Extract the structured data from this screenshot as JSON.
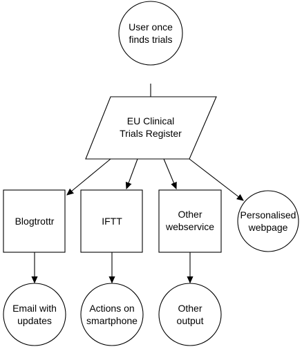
{
  "diagram": {
    "nodes": {
      "user": {
        "line1": "User once",
        "line2": "finds trials"
      },
      "register": {
        "line1": "EU Clinical",
        "line2": "Trials Register"
      },
      "blogtrottr": {
        "line1": "Blogtrottr"
      },
      "ifttt": {
        "line1": "IFTT"
      },
      "other_service": {
        "line1": "Other",
        "line2": "webservice"
      },
      "personalised": {
        "line1": "Personalised",
        "line2": "webpage"
      },
      "email": {
        "line1": "Email with",
        "line2": "updates"
      },
      "actions": {
        "line1": "Actions on",
        "line2": "smartphone"
      },
      "other_output": {
        "line1": "Other",
        "line2": "output"
      }
    },
    "edges": [
      {
        "from": "user",
        "to": "register"
      },
      {
        "from": "register",
        "to": "blogtrottr"
      },
      {
        "from": "register",
        "to": "ifttt"
      },
      {
        "from": "register",
        "to": "other_service"
      },
      {
        "from": "register",
        "to": "personalised"
      },
      {
        "from": "blogtrottr",
        "to": "email"
      },
      {
        "from": "ifttt",
        "to": "actions"
      },
      {
        "from": "other_service",
        "to": "other_output"
      }
    ]
  }
}
